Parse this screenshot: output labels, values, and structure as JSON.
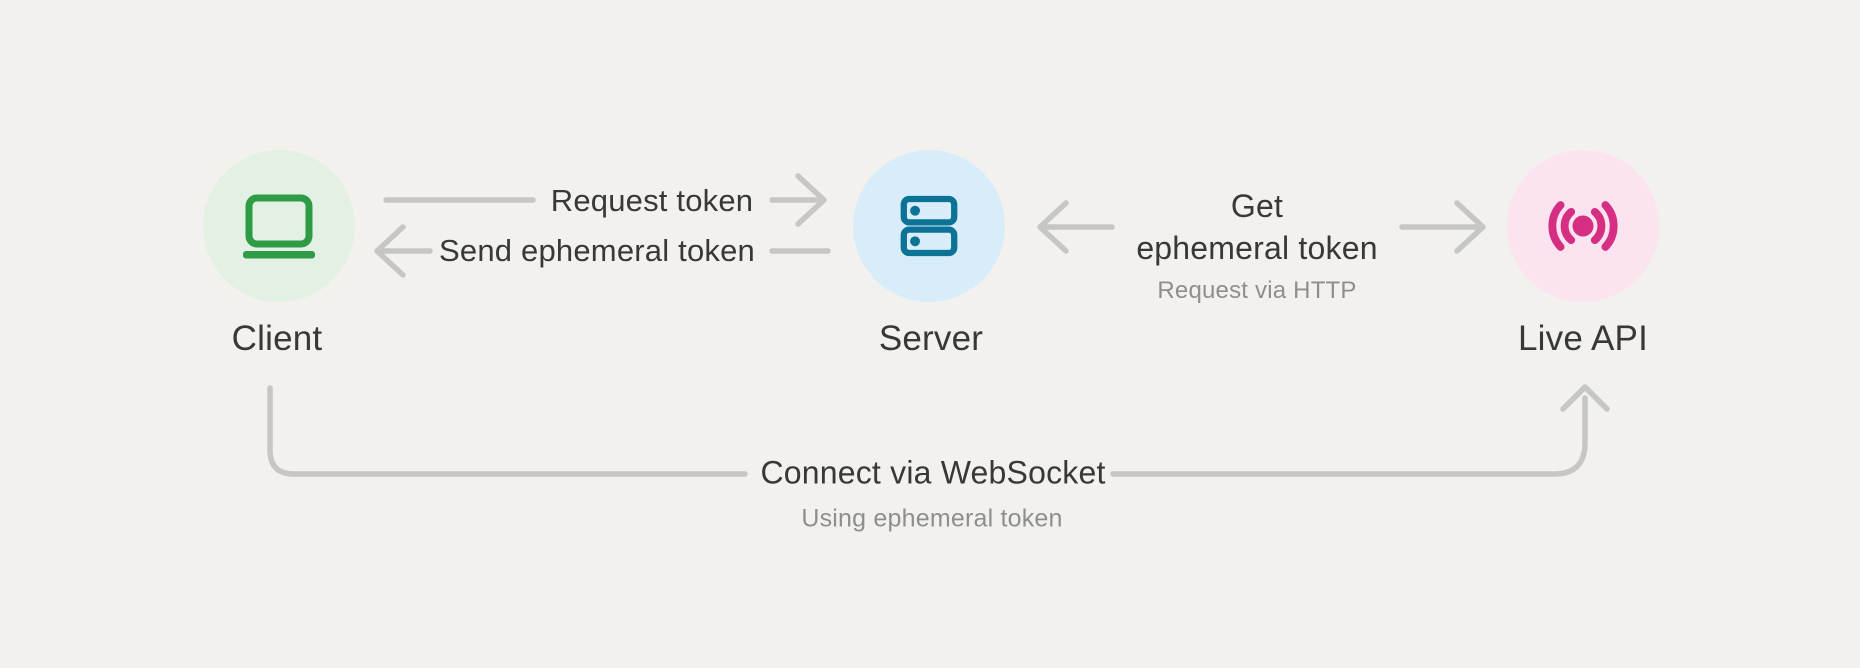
{
  "diagram": {
    "nodes": [
      {
        "id": "client",
        "label": "Client",
        "icon": "laptop-icon"
      },
      {
        "id": "server",
        "label": "Server",
        "icon": "server-rack-icon"
      },
      {
        "id": "live_api",
        "label": "Live API",
        "icon": "broadcast-icon"
      }
    ],
    "edges": {
      "request_token": {
        "label": "Request token",
        "direction": "client-to-server"
      },
      "send_ephemeral_token": {
        "label": "Send ephemeral token",
        "direction": "server-to-client"
      },
      "get_ephemeral_token": {
        "label_line1": "Get",
        "label_line2": "ephemeral token",
        "sublabel": "Request via HTTP",
        "direction": "server-and-live-api"
      },
      "connect_websocket": {
        "label": "Connect via WebSocket",
        "sublabel": "Using ephemeral token",
        "direction": "client-to-live-api"
      }
    },
    "colors": {
      "background": "#f2f1ee",
      "client_circle": "#e2f1e3",
      "client_icon": "#2e9b45",
      "server_circle": "#d8ecfa",
      "server_icon": "#0d7396",
      "live_api_circle": "#fbe3f0",
      "live_api_icon": "#d62e83",
      "connector": "#c6c6c4",
      "label_text": "#383836",
      "sublabel_text": "#8e8e8c"
    }
  }
}
